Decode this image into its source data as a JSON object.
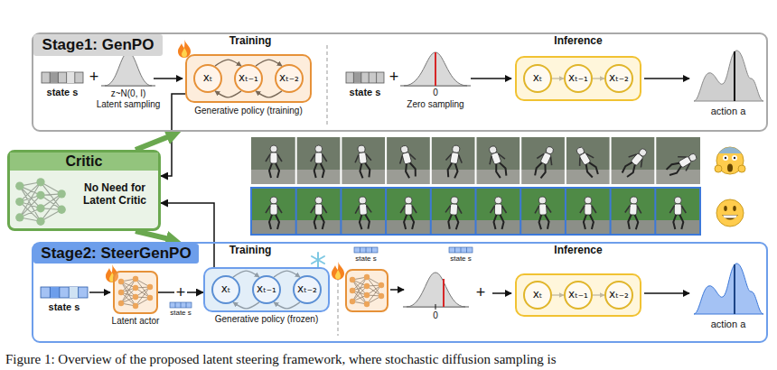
{
  "diagram": {
    "caption": "Figure 1: Overview of the proposed latent steering framework, where stochastic diffusion sampling is",
    "nodes": [
      {
        "text": [
          "Training",
          "Inference"
        ]
      },
      {
        "text": [
          "Stage1: GenPO"
        ],
        "in": 0
      },
      {
        "text": [
          "Generative policy (training)"
        ],
        "in": 0
      },
      {
        "text": [
          "xₜ"
        ],
        "in": 2
      },
      {
        "text": [
          "xₜ₋₁"
        ],
        "in": 2
      },
      {
        "text": [
          "xₜ₋₂"
        ],
        "in": 2
      },
      {
        "text": [],
        "in": 0
      },
      {
        "text": [
          "xₜ"
        ],
        "in": 6
      },
      {
        "text": [
          "xₜ₋₁"
        ],
        "in": 6
      },
      {
        "text": [
          "xₜ₋₂"
        ],
        "in": 6
      },
      {
        "text": [
          "Critic",
          "No Need for Latent Critic"
        ]
      },
      {
        "text": [
          "Training",
          "Inference"
        ]
      },
      {
        "text": [
          "Stage2: SteerGenPO"
        ],
        "in": 11
      },
      {
        "text": [
          "Latent actor"
        ],
        "in": 11
      },
      {
        "text": [
          "Generative policy (frozen)"
        ],
        "in": 11
      },
      {
        "text": [
          "xₜ"
        ],
        "in": 14
      },
      {
        "text": [
          "xₜ₋₁"
        ],
        "in": 14
      },
      {
        "text": [
          "xₜ₋₂"
        ],
        "in": 14
      },
      {
        "text": [],
        "in": 11
      },
      {
        "text": [],
        "in": 11
      },
      {
        "text": [
          "xₜ"
        ],
        "in": 19
      },
      {
        "text": [
          "xₜ₋₁"
        ],
        "in": 19
      },
      {
        "text": [
          "xₜ₋₂"
        ],
        "in": 19
      }
    ],
    "edges": [
      {
        "from": 3,
        "to": 4,
        "arrow": "to"
      },
      {
        "from": 4,
        "to": 5,
        "arrow": "to"
      },
      {
        "from": 5,
        "to": 4,
        "arrow": "to"
      },
      {
        "from": 4,
        "to": 3,
        "arrow": "to"
      },
      {
        "from": 7,
        "to": 8,
        "arrow": "to"
      },
      {
        "from": 8,
        "to": 9,
        "arrow": "to"
      },
      {
        "from": 2,
        "to": 10,
        "arrow": "to"
      },
      {
        "from": 10,
        "to": 0,
        "arrow": "to"
      },
      {
        "from": 10,
        "to": 11,
        "arrow": "to"
      },
      {
        "from": 14,
        "to": 10,
        "arrow": "to"
      },
      {
        "from": 13,
        "to": 14,
        "arrow": "to",
        "label": "+"
      },
      {
        "from": 15,
        "to": 16,
        "arrow": "to"
      },
      {
        "from": 16,
        "to": 17,
        "arrow": "to"
      },
      {
        "from": 17,
        "to": 16,
        "arrow": "to"
      },
      {
        "from": 16,
        "to": 15,
        "arrow": "to"
      },
      {
        "from": 20,
        "to": 21,
        "arrow": "to"
      },
      {
        "from": 21,
        "to": 22,
        "arrow": "to"
      }
    ],
    "labels": [
      "state s",
      "+",
      "z~N(0, I)",
      "Latent sampling",
      "state s",
      "+",
      "0",
      "Zero sampling",
      "action a",
      "state s",
      "state s",
      "state s",
      "state s",
      "0",
      "+",
      "action a"
    ]
  }
}
